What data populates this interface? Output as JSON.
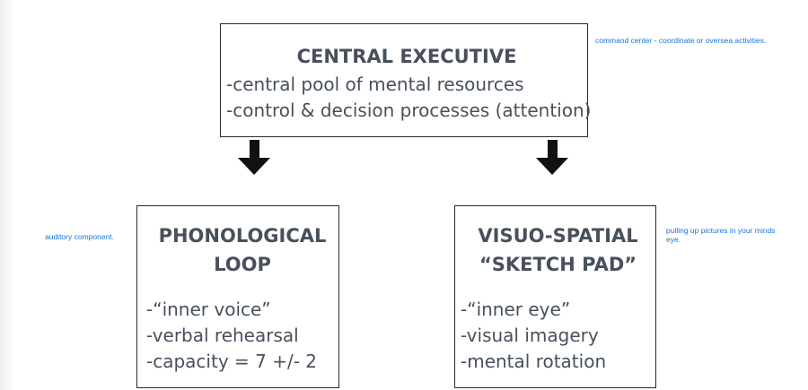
{
  "central_executive": {
    "title": "CENTRAL EXECUTIVE",
    "lines": [
      "-central pool of mental resources",
      "-control & decision processes (attention)"
    ]
  },
  "phonological_loop": {
    "title_line1": "PHONOLOGICAL",
    "title_line2": "LOOP",
    "lines": [
      "-“inner voice”",
      "-verbal rehearsal",
      "-capacity = 7 +/- 2"
    ]
  },
  "visuo_spatial": {
    "title_line1": "VISUO-SPATIAL",
    "title_line2": "“SKETCH PAD”",
    "lines": [
      "-“inner eye”",
      "-visual imagery",
      "-mental rotation"
    ]
  },
  "notes": {
    "central": "command center - coordinate or oversea activities.",
    "phonological": "auditory component.",
    "visuo_line1": "pulling up pictures in your minds",
    "visuo_line2": "eye."
  },
  "colors": {
    "box_text": "#47505c",
    "note_text": "#1a73d9",
    "arrow": "#111111"
  }
}
